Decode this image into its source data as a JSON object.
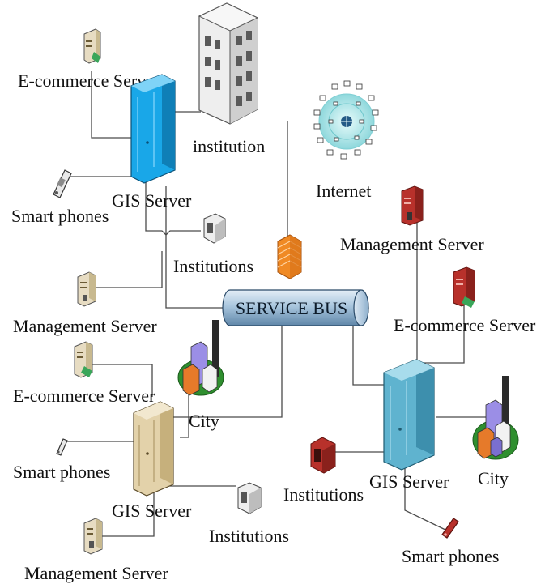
{
  "service_bus": {
    "label": "SERVICE BUS"
  },
  "internet": {
    "label": "Internet"
  },
  "clusters": {
    "top_left": {
      "ecommerce": "E-commerce Server",
      "institution": "institution",
      "gis": "GIS Server",
      "phones": "Smart phones",
      "institutions": "Institutions",
      "management": "Management Server"
    },
    "bottom_left": {
      "ecommerce": "E-commerce Server",
      "city": "City",
      "phones": "Smart phones",
      "gis": "GIS Server",
      "institutions": "Institutions",
      "management": "Management Server"
    },
    "right": {
      "management": "Management Server",
      "ecommerce": "E-commerce Server",
      "gis": "GIS Server",
      "city": "City",
      "institutions": "Institutions",
      "phones": "Smart phones"
    }
  },
  "colors": {
    "gis_top_left": "#19a7e8",
    "gis_right": "#5fb3cf",
    "gis_bottom_left": "#e3d2aa",
    "firewall": "#f08a24",
    "bus": "#a9c6de",
    "red_server": "#b8312b"
  }
}
